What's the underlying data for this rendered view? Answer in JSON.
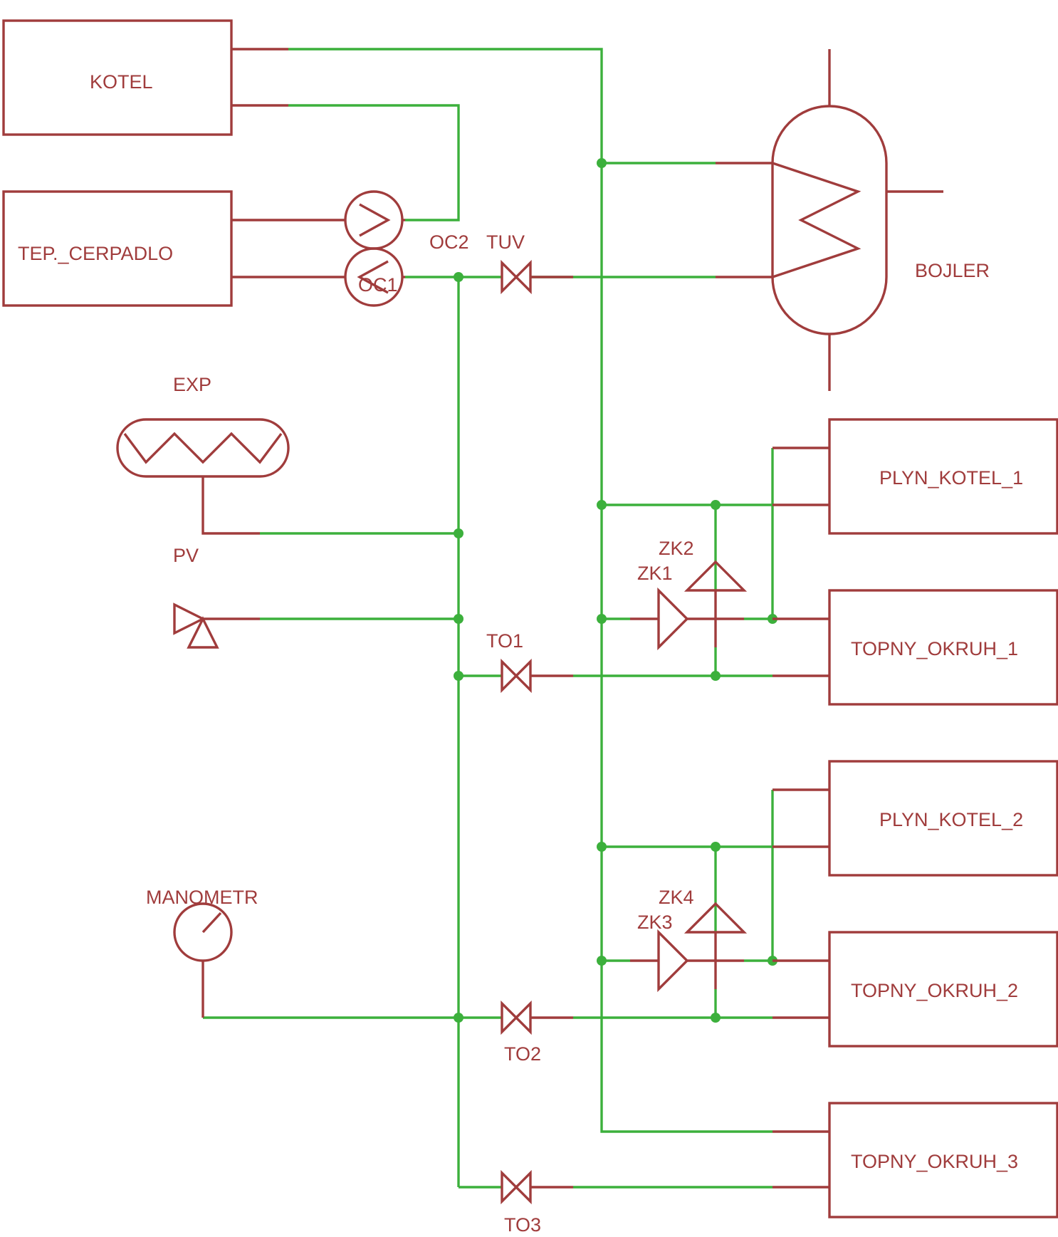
{
  "colors": {
    "symbol": "#a03c3c",
    "wire": "#3cb03c",
    "background": "#ffffff"
  },
  "components": {
    "kotel": "KOTEL",
    "tep_cerpadlo": "TEP._CERPADLO",
    "bojler": "BOJLER",
    "exp": "EXP",
    "pv": "PV",
    "manometr": "MANOMETR",
    "plyn_kotel_1": "PLYN_KOTEL_1",
    "topny_okruh_1": "TOPNY_OKRUH_1",
    "plyn_kotel_2": "PLYN_KOTEL_2",
    "topny_okruh_2": "TOPNY_OKRUH_2",
    "topny_okruh_3": "TOPNY_OKRUH_3"
  },
  "pumps": {
    "oc1": "OC1",
    "oc2": "OC2"
  },
  "valves": {
    "tuv": "TUV",
    "to1": "TO1",
    "to2": "TO2",
    "to3": "TO3"
  },
  "check_valves": {
    "zk1": "ZK1",
    "zk2": "ZK2",
    "zk3": "ZK3",
    "zk4": "ZK4"
  }
}
